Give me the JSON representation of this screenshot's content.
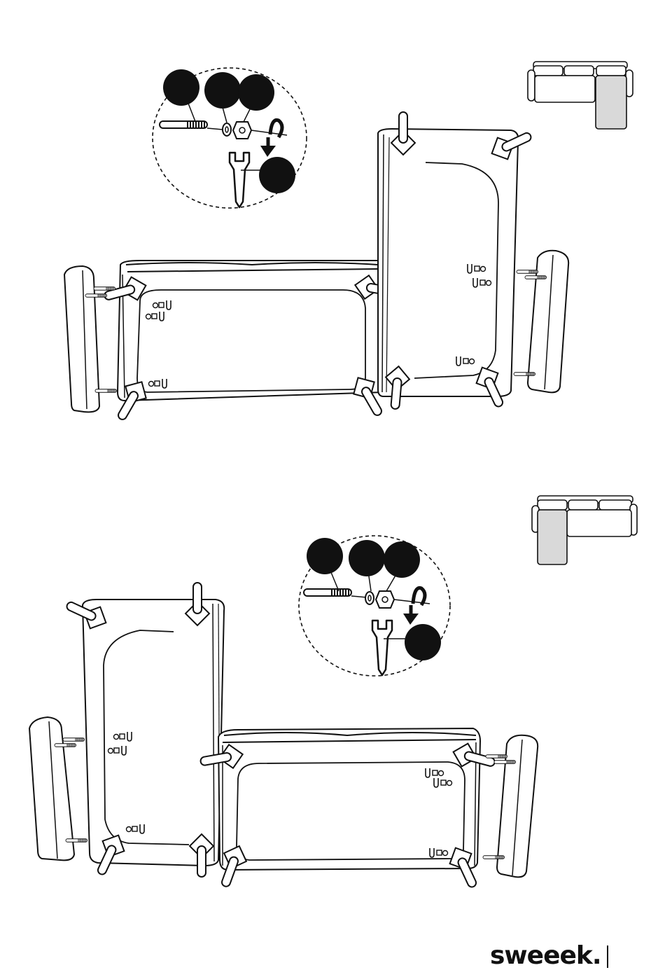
{
  "brand": {
    "name": "sweeek."
  },
  "colors": {
    "stroke": "#111111",
    "highlight_fill": "#d9d9d9",
    "callout_fill": "#111111",
    "background": "#ffffff"
  },
  "icons": [
    "bolt-icon",
    "washer-icon",
    "nut-icon",
    "wrench-icon",
    "rotate-arrow-icon",
    "sofa-leg-icon",
    "armrest-icon"
  ],
  "steps": [
    {
      "name": "step-right-chaise",
      "highlighted_module": "right-chaise"
    },
    {
      "name": "step-left-chaise",
      "highlighted_module": "left-chaise"
    }
  ]
}
